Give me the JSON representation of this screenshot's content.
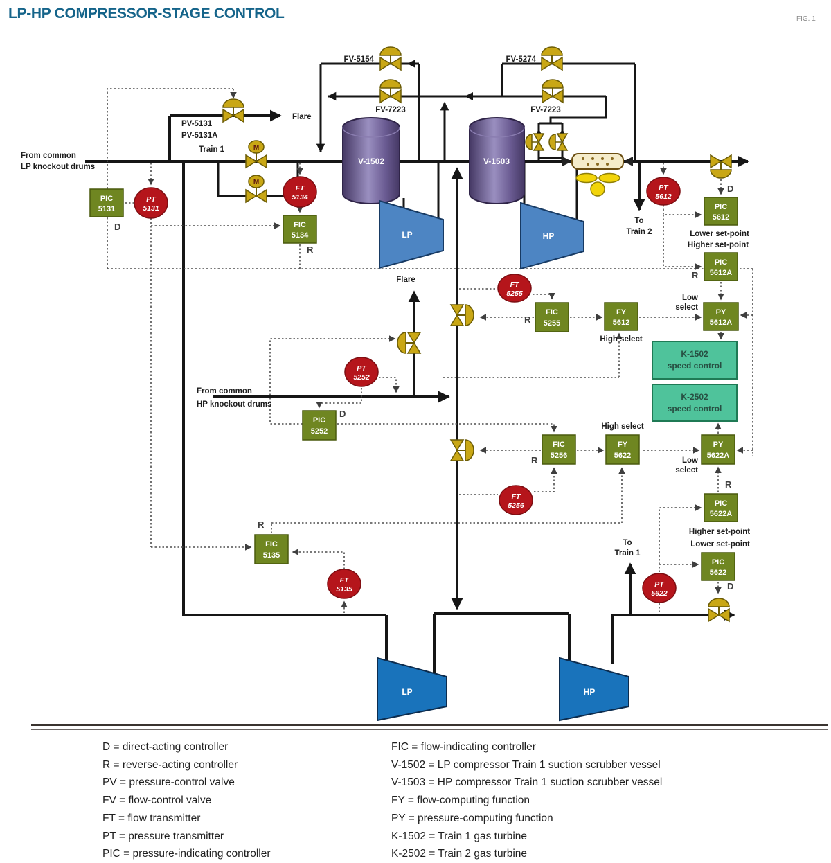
{
  "title": "LP-HP COMPRESSOR-STAGE CONTROL",
  "fig_label": "FIG. 1",
  "colors": {
    "title_teal": "#15648a",
    "instrument_box_green": "#6f8621",
    "transmitter_red": "#b5151b",
    "valve_gold": "#c9a715",
    "speed_control_green": "#4fc39b",
    "vessel_purple": "#5a4a7a",
    "compressor_blue_top": "#4d85c3",
    "compressor_blue_bottom": "#1973bb",
    "pipe_black": "#161616"
  },
  "labels": {
    "from_lp_l1": "From common",
    "from_lp_l2": "LP knockout drums",
    "from_hp_l1": "From common",
    "from_hp_l2": "HP knockout drums",
    "flare_top": "Flare",
    "flare_mid": "Flare",
    "pv5131": "PV-5131",
    "pv5131a": "PV-5131A",
    "train1": "Train 1",
    "fv5154": "FV-5154",
    "fv7223_left": "FV-7223",
    "fv5274": "FV-5274",
    "fv7223_right": "FV-7223",
    "to_train2_l1": "To",
    "to_train2_l2": "Train 2",
    "to_train1_l1": "To",
    "to_train1_l2": "Train 1",
    "lower_sp_top": "Lower set-point",
    "higher_sp_top": "Higher set-point",
    "higher_sp_bottom": "Higher set-point",
    "lower_sp_bottom": "Lower set-point",
    "high_select_top": "High select",
    "high_select_bottom": "High select",
    "low_select_top_l1": "Low",
    "low_select_top_l2": "select",
    "low_select_bottom_l1": "Low",
    "low_select_bottom_l2": "select",
    "d_5131": "D",
    "r_5134": "R",
    "d_5612": "D",
    "r_5612a": "R",
    "r_5255": "R",
    "d_5252": "D",
    "r_5256": "R",
    "r_5622a": "R",
    "d_5622": "D",
    "r_5135": "R",
    "m_valve_1": "M",
    "m_valve_2": "M"
  },
  "equipment": {
    "v1502": "V-1502",
    "v1503": "V-1503",
    "lp_top": "LP",
    "hp_top": "HP",
    "lp_bottom": "LP",
    "hp_bottom": "HP",
    "k1502": {
      "l1": "K-1502",
      "l2": "speed control"
    },
    "k2502": {
      "l1": "K-2502",
      "l2": "speed control"
    }
  },
  "instruments": {
    "pic5131": {
      "l1": "PIC",
      "l2": "5131"
    },
    "pt5131": {
      "l1": "PT",
      "l2": "5131"
    },
    "ft5134": {
      "l1": "FT",
      "l2": "5134"
    },
    "fic5134": {
      "l1": "FIC",
      "l2": "5134"
    },
    "pt5612": {
      "l1": "PT",
      "l2": "5612"
    },
    "pic5612": {
      "l1": "PIC",
      "l2": "5612"
    },
    "pic5612a": {
      "l1": "PIC",
      "l2": "5612A"
    },
    "ft5255": {
      "l1": "FT",
      "l2": "5255"
    },
    "fic5255": {
      "l1": "FIC",
      "l2": "5255"
    },
    "fy5612": {
      "l1": "FY",
      "l2": "5612"
    },
    "py5612a": {
      "l1": "PY",
      "l2": "5612A"
    },
    "pt5252": {
      "l1": "PT",
      "l2": "5252"
    },
    "pic5252": {
      "l1": "PIC",
      "l2": "5252"
    },
    "fic5256": {
      "l1": "FIC",
      "l2": "5256"
    },
    "ft5256": {
      "l1": "FT",
      "l2": "5256"
    },
    "fy5622": {
      "l1": "FY",
      "l2": "5622"
    },
    "py5622a": {
      "l1": "PY",
      "l2": "5622A"
    },
    "pic5622a": {
      "l1": "PIC",
      "l2": "5622A"
    },
    "pic5622": {
      "l1": "PIC",
      "l2": "5622"
    },
    "pt5622": {
      "l1": "PT",
      "l2": "5622"
    },
    "fic5135": {
      "l1": "FIC",
      "l2": "5135"
    },
    "ft5135": {
      "l1": "FT",
      "l2": "5135"
    }
  },
  "legend": {
    "left": [
      "D = direct-acting controller",
      "R = reverse-acting controller",
      "PV = pressure-control valve",
      "FV = flow-control valve",
      "FT = flow transmitter",
      "PT = pressure transmitter",
      "PIC = pressure-indicating controller"
    ],
    "right": [
      "FIC = flow-indicating controller",
      "V-1502 = LP compressor Train 1 suction scrubber vessel",
      "V-1503 = HP compressor Train 1 suction scrubber vessel",
      "FY = flow-computing function",
      "PY = pressure-computing function",
      "K-1502 = Train 1 gas turbine",
      "K-2502 = Train 2 gas turbine"
    ]
  }
}
